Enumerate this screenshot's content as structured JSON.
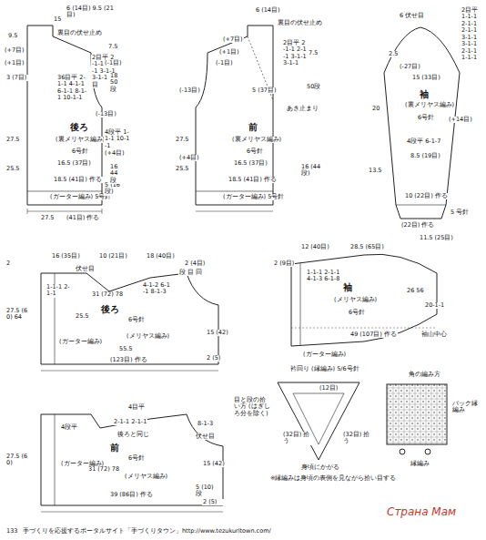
{
  "diagram": {
    "labels": [
      "15",
      "9.5",
      "(+7目)",
      "(+1目)",
      "3 (7目)",
      "6 (14目) 9.5 (21目)",
      "裏目の伏せ止め",
      "2目平 2-1-1 2-1-1 3-1-1 3-1-1 3目",
      "7.5",
      "(-1目)",
      "36目平 2-1-1 4-1-1 6-1-1 8-1-1 10-1-1",
      "(-13目)",
      "18 50 段",
      "後ろ",
      "(裏メリヤス編み)",
      "6号針",
      "(+4目)",
      "16.5 (37目)",
      "27.5",
      "25.5",
      "4段平 1-1-1 10-1-1",
      "18.5 (41目) 作る",
      "(ガーター編み) 5号針",
      "5 (16段)",
      "16 44段",
      "27.5",
      "(41目) 作る",
      "6 (14目)",
      "(+7目)",
      "裏目の伏せ止め",
      "2目平 2-1-1 2-1-1 3-1-1 3-1-1",
      "7.5",
      "(+1目)",
      "5 (37目)",
      "50段",
      "(-13目)",
      "前",
      "(裏メリヤス編み)",
      "6号針",
      "16.5 (37目)",
      "あき止まり",
      "27.5",
      "25.5",
      "(+4目)",
      "18.5 (41目) 作る",
      "(ガーター編み) 5号針",
      "16 (44段)",
      "(-1目)",
      "2目平 1-1-1 2-1-1 2-1-1 3-1-1 3-1-1 2-1-1 1-1-1",
      "6 伏せ目",
      "2.5",
      "(-27目)",
      "15 (33目)",
      "袖",
      "(裏メリヤス編み)",
      "6号針",
      "20",
      "(+14目)",
      "13.5",
      "8.5 (19目)",
      "4段平 6-1-7",
      "10 (22目) 作る",
      "(22目) 作る",
      "5 号針",
      "2",
      "16 (35目)",
      "10 (21目)",
      "18 (40目)",
      "2 (4目)",
      "伏せ目",
      "1-1-1 2-1-1",
      "段 目 回",
      "4-1-2 6-1-1 8-1-3",
      "後ろ",
      "6号針",
      "25.5",
      "(ガーター編み)",
      "(メリヤス編み)",
      "55.5",
      "(123目) 作る",
      "27.5 (60) 64",
      "15 (42)",
      "2 (5)",
      "31 (72) 78",
      "2 (9目)",
      "12 (40目)",
      "28.5 (65目)",
      "11.5 (25目)",
      "袖",
      "(メリヤス編み)",
      "6号針",
      "26 56",
      "49 (107目) 作る",
      "(ガーター編み)",
      "袖山中心",
      "1-1-1 2-1-1 4-1-3 6-1-8",
      "20-1-1",
      "衿回り (縁編み) 5/6号針",
      "目と段の拾い方 (はぎしろ分を除く)",
      "(32目) 拾う",
      "(32目) 拾う",
      "(12目)",
      "身頃にかがる",
      "※縁編みは身頃の表側を見ながら拾い目する",
      "角の編み方",
      "パック縁編み",
      "縁編み",
      "4目平",
      "2-1-1 2-1-1",
      "後ろと同じ",
      "前",
      "6号針",
      "(ガーター編み)",
      "(メリヤス編み)",
      "27.5 (60)",
      "39 (86目) 作る",
      "5 (10) 段",
      "8-1-3",
      "4段平",
      "伏せ目",
      "31 (72) 78",
      "15 (42)",
      "2 (5)",
      "133",
      "手づくりを応援するポータルサイト「手づくりタウン」http://www.tezukuritown.com/",
      "Страна Мам"
    ]
  }
}
